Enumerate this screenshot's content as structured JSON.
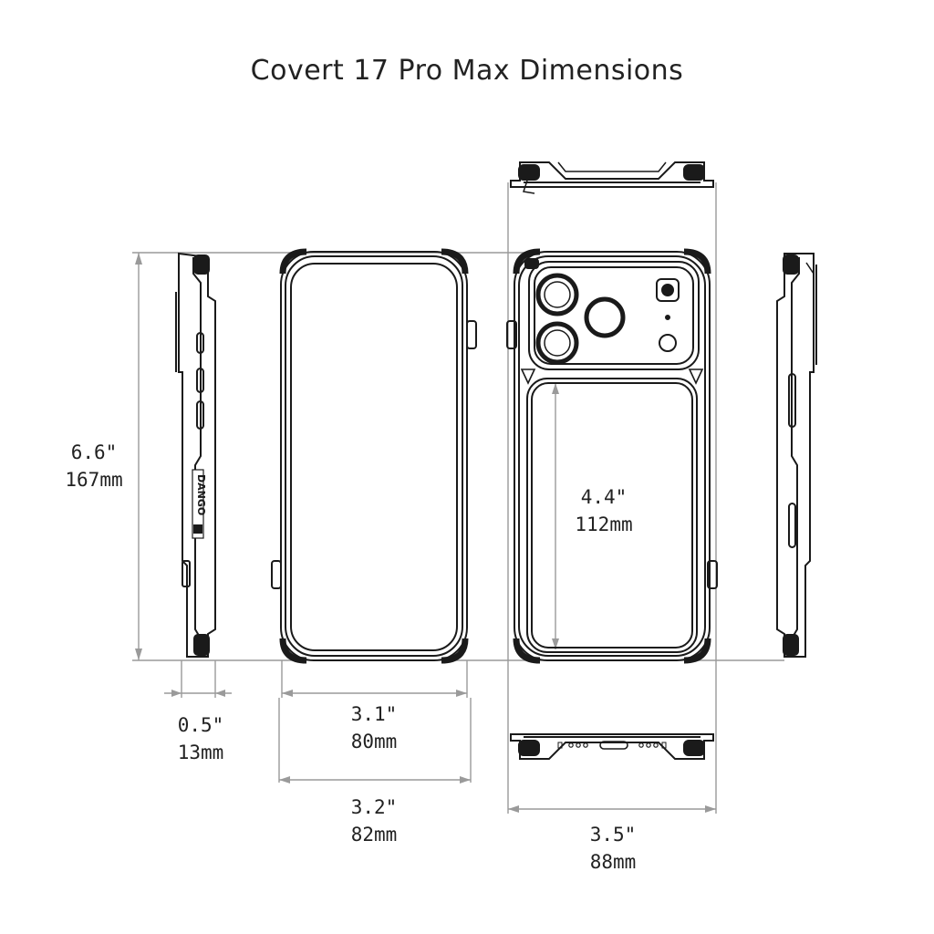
{
  "title": "Covert 17 Pro Max Dimensions",
  "brand_mark": "DANGO",
  "dimensions": {
    "height": {
      "inches": "6.6\"",
      "mm": "167mm"
    },
    "thickness": {
      "inches": "0.5\"",
      "mm": "13mm"
    },
    "inner_width": {
      "inches": "3.1\"",
      "mm": "80mm"
    },
    "outer_width": {
      "inches": "3.2\"",
      "mm": "82mm"
    },
    "back_width": {
      "inches": "3.5\"",
      "mm": "88mm"
    },
    "window_height": {
      "inches": "4.4\"",
      "mm": "112mm"
    }
  },
  "colors": {
    "line": "#1a1a1a",
    "dim_line": "#9a9a9a",
    "text": "#222222"
  }
}
